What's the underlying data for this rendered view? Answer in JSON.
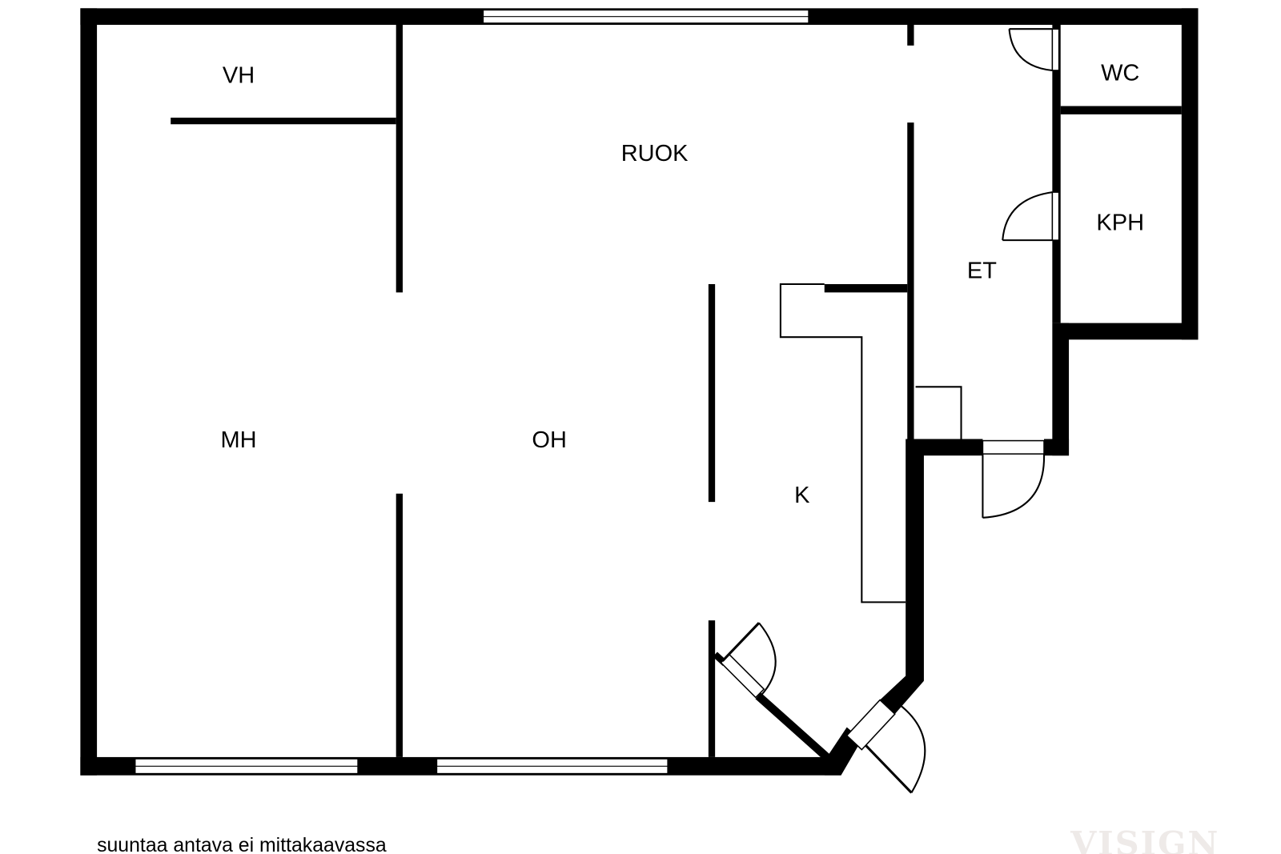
{
  "rooms": {
    "vh": "VH",
    "ruok": "RUOK",
    "wc": "WC",
    "kph": "KPH",
    "et": "ET",
    "mh": "MH",
    "oh": "OH",
    "k": "K"
  },
  "note": "suuntaa antava ei mittakaavassa",
  "watermark": "VISIGN"
}
